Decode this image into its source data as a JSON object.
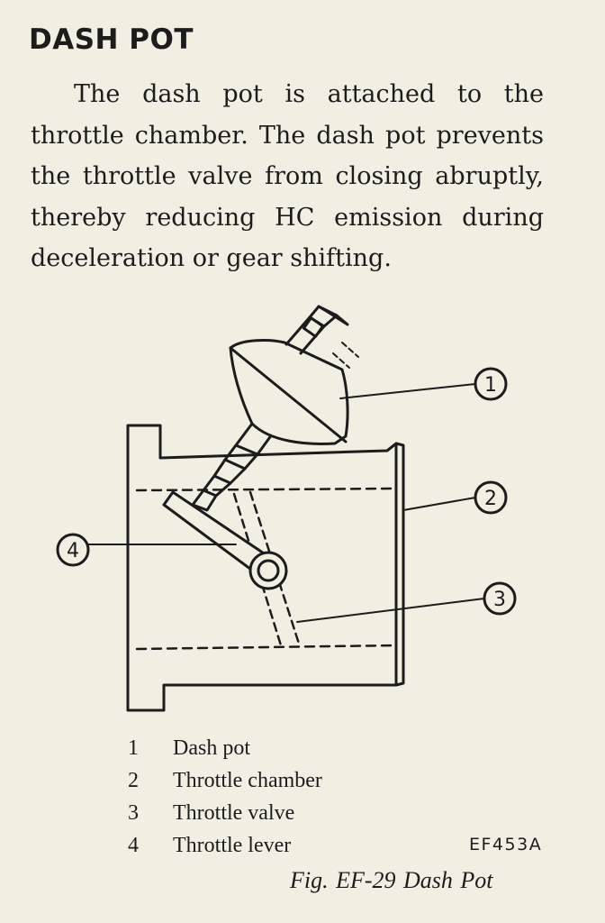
{
  "section": {
    "title": "DASH POT",
    "paragraph": "The dash pot is attached to the throttle chamber. The dash pot prevents the throttle valve from closing abruptly, thereby reducing HC emission during deceleration or gear shifting."
  },
  "figure": {
    "callouts": [
      "1",
      "2",
      "3",
      "4"
    ],
    "legend": [
      {
        "num": "1",
        "label": "Dash pot"
      },
      {
        "num": "2",
        "label": "Throttle chamber"
      },
      {
        "num": "3",
        "label": "Throttle valve"
      },
      {
        "num": "4",
        "label": "Throttle lever"
      }
    ],
    "code": "EF453A",
    "caption": "Fig. EF-29  Dash Pot"
  }
}
